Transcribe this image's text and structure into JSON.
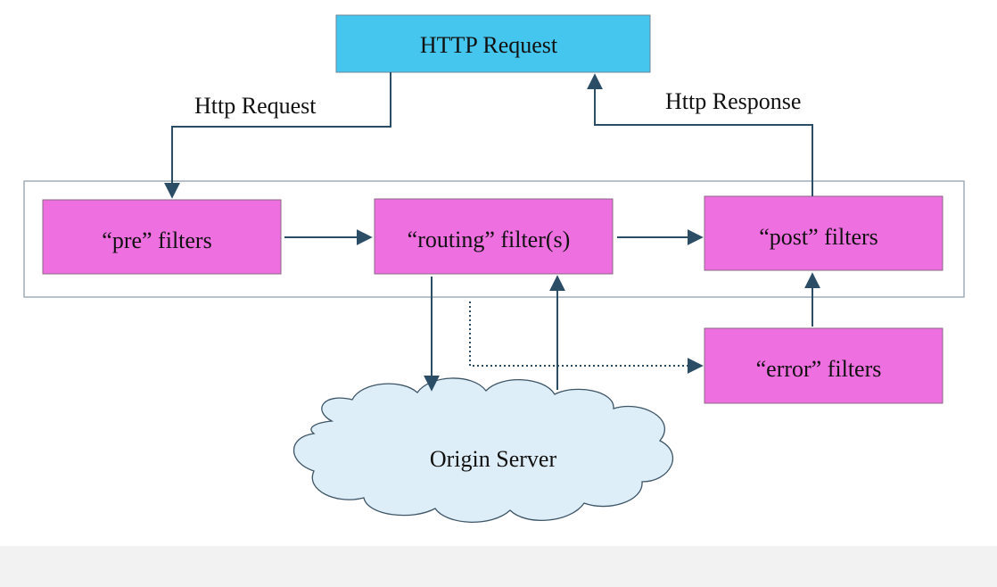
{
  "diagram": {
    "nodes": {
      "http_request": "HTTP Request",
      "pre_filters": "“pre” filters",
      "routing_filters": "“routing” filter(s)",
      "post_filters": "“post” filters",
      "error_filters": "“error” filters",
      "origin_server": "Origin Server"
    },
    "edges": {
      "request_label": "Http Request",
      "response_label": "Http Response"
    }
  },
  "colors": {
    "http_request_fill": "#45c6ee",
    "filter_fill": "#ee6fe0",
    "cloud_fill": "#deeef8",
    "arrow": "#2c4d66",
    "frame": "#8a9aa6"
  }
}
